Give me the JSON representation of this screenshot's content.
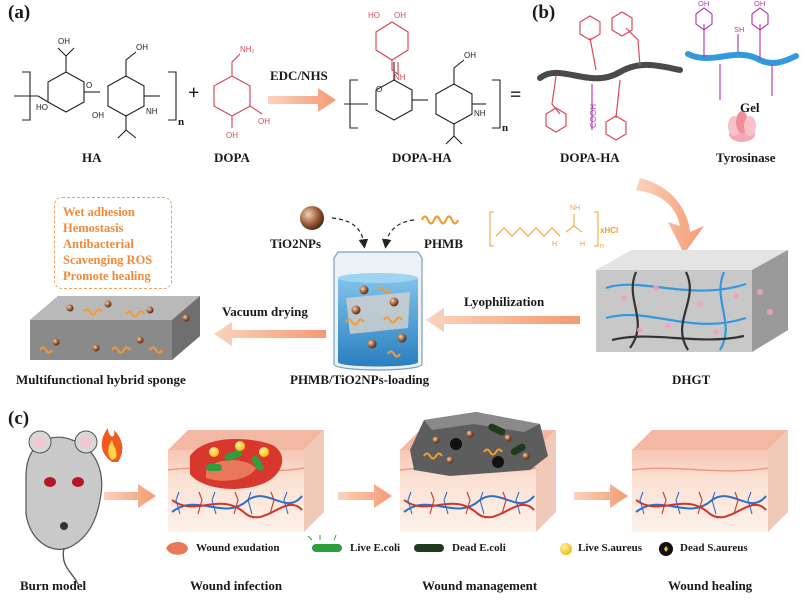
{
  "panels": {
    "a": "(a)",
    "b": "(b)",
    "c": "(c)"
  },
  "reaction": {
    "reagent_1": "HA",
    "reagent_2": "DOPA",
    "plus": "+",
    "equals": "=",
    "conditions": "EDC/NHS",
    "product": "DOPA-HA",
    "product_chain": "DOPA-HA",
    "gel": "Gel",
    "enzyme": "Tyrosinase",
    "subscript_n": "n"
  },
  "synthesis": {
    "nanoparticles": "TiO2NPs",
    "polymer": "PHMB",
    "polymer_suffix": "xHCl",
    "network": "DHGT",
    "step_lyophilization": "Lyophilization",
    "step_vacuum": "Vacuum drying",
    "loading": "PHMB/TiO2NPs-loading",
    "sponge": "Multifunctional hybrid sponge",
    "properties": [
      "Wet adhesion",
      "Hemostasis",
      "Antibacterial",
      "Scavenging ROS",
      "Promote healing"
    ]
  },
  "wound_stages": [
    "Burn model",
    "Wound infection",
    "Wound management",
    "Wound healing"
  ],
  "legend": [
    {
      "label": "Wound exudation",
      "color": "#e9785a"
    },
    {
      "label": "Live E.coli",
      "color": "#2e9e3e"
    },
    {
      "label": "Dead E.coli",
      "color": "#1f3a1f"
    },
    {
      "label": "Live S.aureus",
      "color": "#f7c325"
    },
    {
      "label": "Dead S.aureus",
      "color": "#111111"
    }
  ],
  "colors": {
    "accent_arrow": "#f4a07a",
    "catechol": "#d94a5a",
    "gel_chain": "#3399dd",
    "thiol": "#b43fb0",
    "sponge_text": "#f08a3a"
  }
}
